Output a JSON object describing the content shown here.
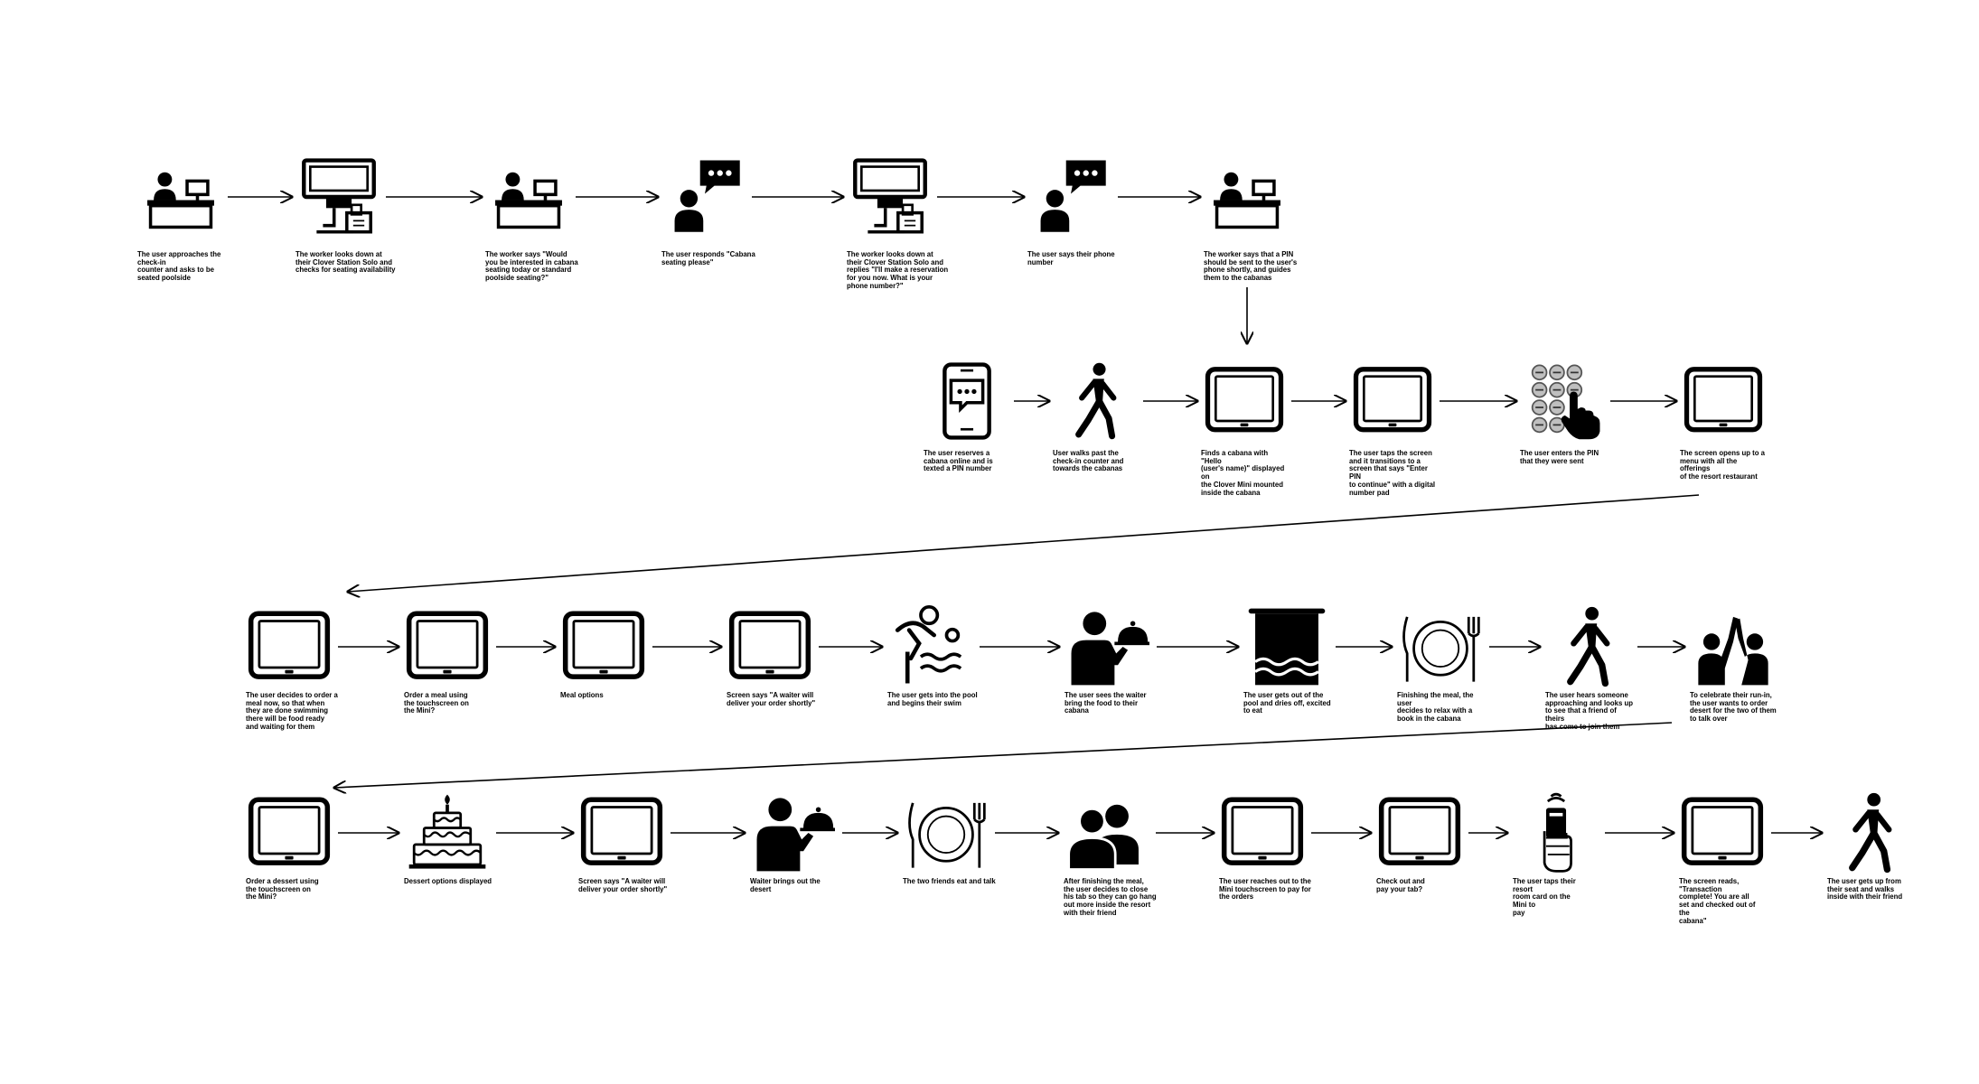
{
  "rows": [
    {
      "id": "checkin",
      "steps": [
        {
          "icon": "desk-icon",
          "caption": "The user approaches the\ncheck-in\ncounter and asks to be\nseated poolside"
        },
        {
          "icon": "pos-station-icon",
          "caption": "The worker looks down at\ntheir Clover Station Solo and\nchecks for seating availability"
        },
        {
          "icon": "desk-icon",
          "caption": "The worker says \"Would\nyou be interested in cabana\nseating today or standard\npoolside seating?\""
        },
        {
          "icon": "person-speech-icon",
          "caption": "The user responds \"Cabana\nseating please\""
        },
        {
          "icon": "pos-station-icon",
          "caption": "The worker looks down at\ntheir Clover Station Solo and\nreplies \"I'll make a reservation\nfor you now. What is your\nphone number?\""
        },
        {
          "icon": "person-speech-icon",
          "caption": "The user says their phone\nnumber"
        },
        {
          "icon": "desk-icon",
          "caption": "The worker says that a PIN\nshould be sent to the user's\nphone shortly, and guides\nthem to the cabanas"
        }
      ]
    },
    {
      "id": "cabana",
      "steps": [
        {
          "icon": "phone-message-icon",
          "caption": "The user reserves a\ncabana online and is\ntexted a PIN number"
        },
        {
          "icon": "walking-person-icon",
          "caption": "User walks past the\ncheck-in counter and\ntowards the cabanas"
        },
        {
          "icon": "tablet-icon",
          "caption": "Finds a cabana with\n\"Hello\n(user's name)\" displayed\non\nthe Clover Mini mounted\ninside the cabana"
        },
        {
          "icon": "tablet-icon",
          "caption": "The user taps the screen\nand it transitions to a\nscreen that says \"Enter\nPIN\nto continue\" with a digital\nnumber pad"
        },
        {
          "icon": "keypad-tap-icon",
          "caption": "The user enters the PIN\nthat they were sent"
        },
        {
          "icon": "tablet-icon",
          "caption": "The screen opens up to a\nmenu with all the\nofferings\nof the resort restaurant"
        }
      ]
    },
    {
      "id": "meal",
      "steps": [
        {
          "icon": "tablet-icon",
          "caption": "The user decides to order a\nmeal now, so that when\nthey are done swimming\nthere will be food ready\nand waiting for them"
        },
        {
          "icon": "tablet-icon",
          "caption": "Order a meal using\nthe touchscreen on\nthe Mini?"
        },
        {
          "icon": "tablet-icon",
          "caption": "Meal options"
        },
        {
          "icon": "tablet-icon",
          "caption": "Screen says \"A waiter will\ndeliver your order shortly\""
        },
        {
          "icon": "swimmer-icon",
          "caption": "The user gets into the pool\nand begins their swim"
        },
        {
          "icon": "waiter-icon",
          "caption": "The user sees the waiter\nbring the food to their\ncabana"
        },
        {
          "icon": "towel-icon",
          "caption": "The user gets out of the\npool and dries off, excited\nto eat"
        },
        {
          "icon": "plate-cutlery-icon",
          "caption": "Finishing the meal, the\nuser\ndecides to relax with a\nbook in the cabana"
        },
        {
          "icon": "walking-person-icon",
          "caption": "The user hears someone\napproaching and looks up\nto see that a friend of\ntheirs\nhas come to join them"
        },
        {
          "icon": "high-five-icon",
          "caption": "To celebrate their run-in,\nthe user wants to order\ndesert for the two of them\nto talk over"
        }
      ]
    },
    {
      "id": "dessert",
      "steps": [
        {
          "icon": "tablet-icon",
          "caption": "Order a dessert using\nthe touchscreen on\nthe Mini?"
        },
        {
          "icon": "cake-icon",
          "caption": "Dessert options displayed"
        },
        {
          "icon": "tablet-icon",
          "caption": "Screen says \"A waiter will\ndeliver your order shortly\""
        },
        {
          "icon": "waiter-icon",
          "caption": "Waiter brings out the\ndesert"
        },
        {
          "icon": "plate-cutlery-icon",
          "caption": "The two friends eat and talk"
        },
        {
          "icon": "two-people-icon",
          "caption": "After finishing the meal,\nthe user decides to close\nhis tab so they can go hang\nout more inside the resort\nwith their friend"
        },
        {
          "icon": "tablet-icon",
          "caption": "The user reaches out to the\nMini touchscreen to pay for\nthe orders"
        },
        {
          "icon": "tablet-icon",
          "caption": "Check out and\npay your tab?"
        },
        {
          "icon": "tap-card-icon",
          "caption": "The user taps their\nresort\nroom card on the\nMini to\npay"
        },
        {
          "icon": "tablet-icon",
          "caption": "The screen reads,\n\"Transaction\ncomplete! You are all\nset and checked out of\nthe\ncabana\""
        },
        {
          "icon": "walking-person-icon",
          "caption": "The user gets up from\ntheir seat and walks\ninside with their friend"
        }
      ]
    }
  ]
}
